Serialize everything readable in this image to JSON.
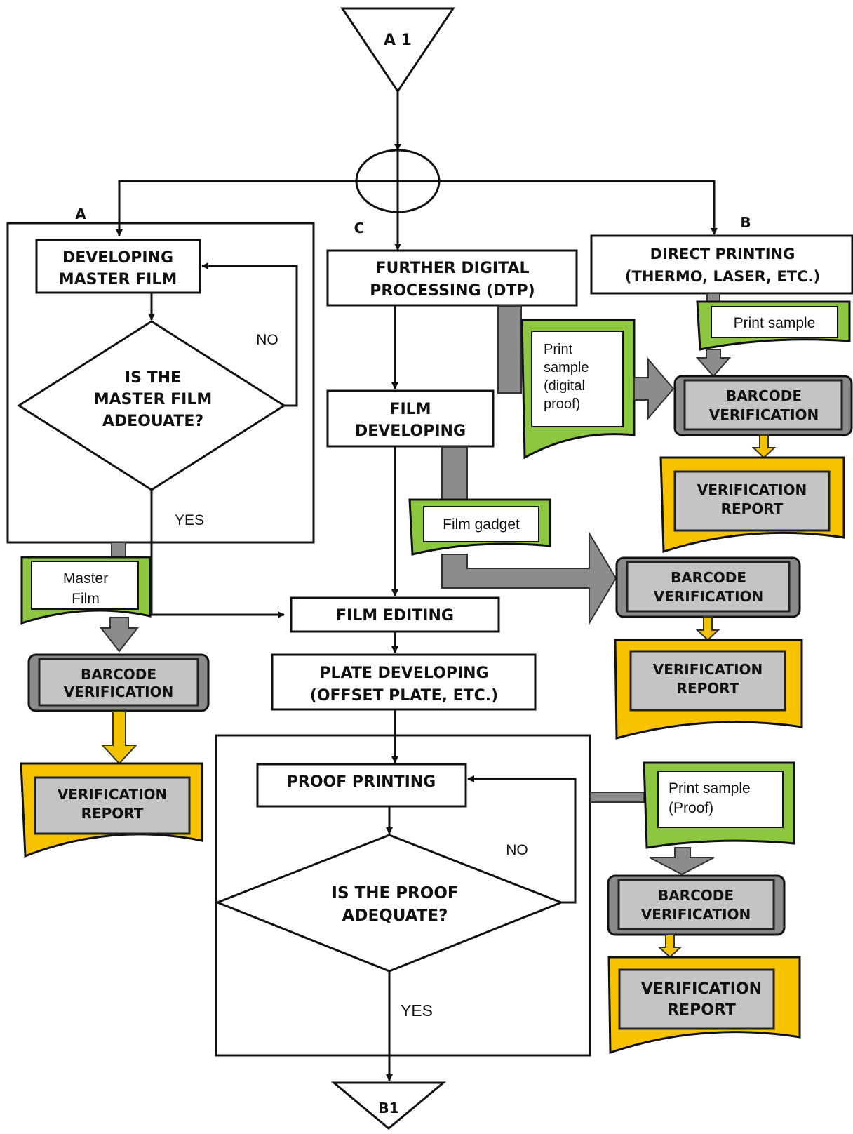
{
  "connectors": {
    "start": "A 1",
    "end": "B1"
  },
  "branches": {
    "a": "A",
    "b": "B",
    "c": "C"
  },
  "branch_a": {
    "step1": [
      "DEVELOPING",
      "MASTER FILM"
    ],
    "decision": [
      "IS THE",
      "MASTER FILM",
      "ADEOUATE?"
    ],
    "no": "NO",
    "yes": "YES",
    "sample": [
      "Master",
      "Film"
    ],
    "verification": [
      "BARCODE",
      "VERIFICATION"
    ],
    "report": [
      "VERIFICATION",
      "REPORT"
    ]
  },
  "branch_c": {
    "step1": [
      "FURTHER DIGITAL",
      "PROCESSING (DTP)"
    ],
    "step2": [
      "FILM",
      "DEVELOPING"
    ],
    "step3": "FILM EDITING",
    "step4": [
      "PLATE DEVELOPING",
      "(OFFSET PLATE, ETC.)"
    ],
    "step5": "PROOF PRINTING",
    "decision": [
      "IS THE PROOF",
      "ADEQUATE?"
    ],
    "no": "NO",
    "yes": "YES",
    "dtp_sample": [
      "Print",
      "sample",
      "(digital",
      "proof)"
    ],
    "dtp_verification": [
      "BARCODE",
      "VERIFICATION"
    ],
    "dtp_report": [
      "VERIFICATION",
      "REPORT"
    ],
    "film_sample": "Film gadget",
    "film_verification": [
      "BARCODE",
      "VERIFICATION"
    ],
    "film_report": [
      "VERIFICATION",
      "REPORT"
    ],
    "proof_sample": [
      "Print sample",
      "(Proof)"
    ],
    "proof_verification": [
      "BARCODE",
      "VERIFICATION"
    ],
    "proof_report": [
      "VERIFICATION",
      "REPORT"
    ]
  },
  "branch_b": {
    "step1": [
      "DIRECT PRINTING",
      "(THERMO, LASER, ETC.)"
    ],
    "sample": "Print sample"
  },
  "colors": {
    "document_green": "#8dc63f",
    "document_yellow": "#f7c300",
    "verification_gray": "#c4c4c4",
    "arrow_gray": "#8c8c8c",
    "arrow_yellow": "#f3c300"
  }
}
